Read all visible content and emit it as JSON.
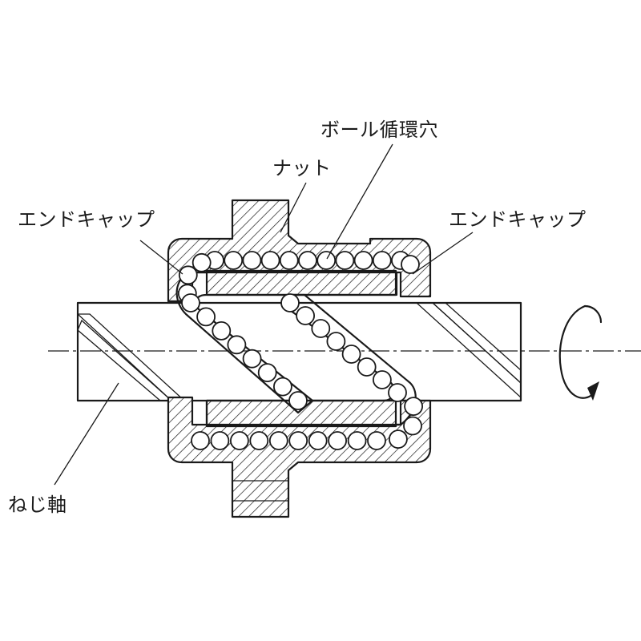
{
  "labels": {
    "ball_return": "ボール循環穴",
    "nut": "ナット",
    "end_cap_left": "エンドキャップ",
    "end_cap_right": "エンドキャップ",
    "screw_shaft": "ねじ軸"
  },
  "icons": {
    "rotation": "rotation-arrow-icon"
  },
  "colors": {
    "ink": "#1a1a1a",
    "paper": "#ffffff"
  }
}
